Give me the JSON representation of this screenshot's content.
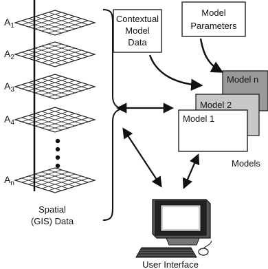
{
  "layers": [
    {
      "letter": "A",
      "sub": "1"
    },
    {
      "letter": "A",
      "sub": "2"
    },
    {
      "letter": "A",
      "sub": "3"
    },
    {
      "letter": "A",
      "sub": "4"
    },
    {
      "letter": "A",
      "sub": "n"
    }
  ],
  "spatial_label": [
    "Spatial",
    "(GIS) Data"
  ],
  "contextual_box": [
    "Contextual",
    "Model",
    "Data"
  ],
  "parameters_box": [
    "Model",
    "Parameters"
  ],
  "models": {
    "front": "Model 1",
    "middle": "Model 2",
    "back": "Model n"
  },
  "models_label": "Models",
  "user_interface_label": "User Interface",
  "colors": {
    "line": "#111111",
    "grid": "#222222",
    "back_card_fill": "#9a9a9a",
    "middle_card_fill": "#c8c8c8"
  }
}
